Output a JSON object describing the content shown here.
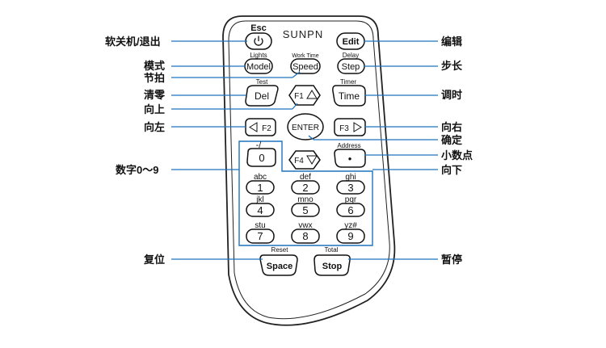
{
  "brand": {
    "logo": "SUNPN"
  },
  "remote": {
    "esc": {
      "top": "Esc"
    },
    "edit": {
      "text": "Edit"
    },
    "model": {
      "top": "Lights",
      "text": "Model"
    },
    "speed": {
      "top": "Work Time",
      "text": "Speed"
    },
    "step": {
      "top": "Delay",
      "text": "Step"
    },
    "del": {
      "top": "Test",
      "text": "Del"
    },
    "f1": {
      "text": "F1"
    },
    "time": {
      "top": "Timer",
      "text": "Time"
    },
    "f2": {
      "text": "F2"
    },
    "enter": {
      "text": "ENTER"
    },
    "f3": {
      "text": "F3"
    },
    "zero": {
      "top": "-/_",
      "text": "0"
    },
    "f4": {
      "text": "F4"
    },
    "dot": {
      "top": "Address",
      "text": "•"
    },
    "digits": [
      {
        "top": "abc",
        "text": "1"
      },
      {
        "top": "def",
        "text": "2"
      },
      {
        "top": "ghi",
        "text": "3"
      },
      {
        "top": "jkl",
        "text": "4"
      },
      {
        "top": "mno",
        "text": "5"
      },
      {
        "top": "pqr",
        "text": "6"
      },
      {
        "top": "stu",
        "text": "7"
      },
      {
        "top": "vwx",
        "text": "8"
      },
      {
        "top": "yz#",
        "text": "9"
      }
    ],
    "space": {
      "top": "Reset",
      "text": "Space"
    },
    "stop": {
      "top": "Total",
      "text": "Stop"
    }
  },
  "labels": {
    "power": "软关机/退出",
    "mode": "模式",
    "tempo": "节拍",
    "clear": "清零",
    "up": "向上",
    "left": "向左",
    "digits": "数字0～9",
    "reset": "复位",
    "edit": "编辑",
    "step": "步长",
    "timer": "调时",
    "right": "向右",
    "confirm": "确定",
    "decimal": "小数点",
    "down": "向下",
    "pause": "暂停"
  },
  "colors": {
    "leader": "#1e73be",
    "ink": "#111111",
    "body_fill": "#ffffff"
  }
}
